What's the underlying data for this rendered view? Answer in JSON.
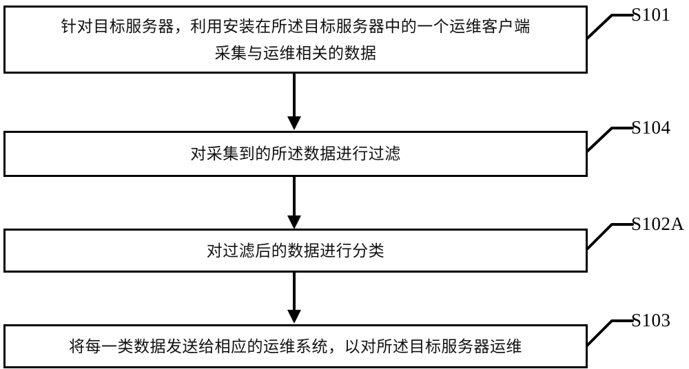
{
  "figure": {
    "type": "flowchart",
    "orientation": "vertical",
    "background_color": "#ffffff",
    "line_color": "#000000"
  },
  "steps": [
    {
      "id": "S101",
      "label": "S101",
      "text": "针对目标服务器，利用安装在所述目标服务器中的一个运维客户端\n采集与运维相关的数据",
      "line1": "针对目标服务器，利用安装在所述目标服务器中的一个运维客户端",
      "line2": "采集与运维相关的数据"
    },
    {
      "id": "S104",
      "label": "S104",
      "text": "对采集到的所述数据进行过滤"
    },
    {
      "id": "S102A",
      "label": "S102A",
      "text": "对过滤后的数据进行分类"
    },
    {
      "id": "S103",
      "label": "S103",
      "text": "将每一类数据发送给相应的运维系统，以对所述目标服务器运维"
    }
  ],
  "connectors": [
    {
      "from": "S101",
      "to": "S104",
      "arrow": "down"
    },
    {
      "from": "S104",
      "to": "S102A",
      "arrow": "down"
    },
    {
      "from": "S102A",
      "to": "S103",
      "arrow": "down"
    }
  ]
}
